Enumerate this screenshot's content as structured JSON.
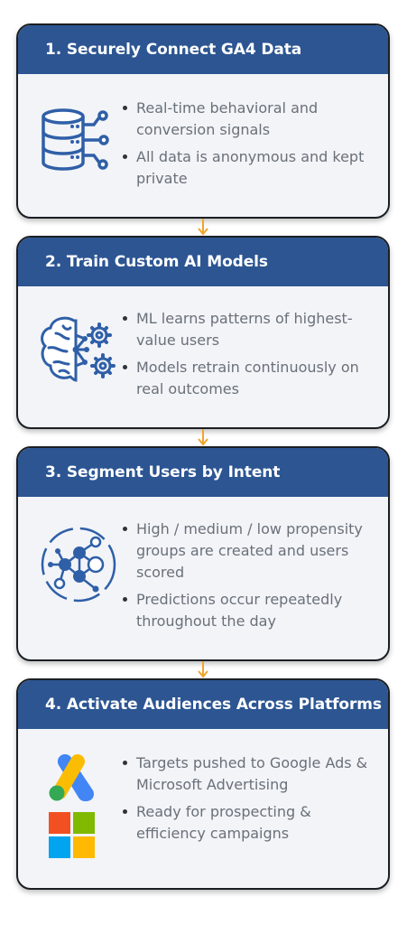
{
  "steps": [
    {
      "title": "1. Securely Connect GA4 Data",
      "icon": "database-icon",
      "bullets": [
        "Real-time behavioral and conversion signals",
        "All data is anonymous and kept private"
      ]
    },
    {
      "title": "2. Train Custom AI Models",
      "icon": "brain-gears-icon",
      "bullets": [
        "ML learns patterns of highest-value users",
        "Models retrain continuously on real outcomes"
      ]
    },
    {
      "title": "3. Segment Users by Intent",
      "icon": "network-nodes-icon",
      "bullets": [
        "High / medium / low propensity groups are created and users scored",
        "Predictions occur repeatedly throughout the day"
      ]
    },
    {
      "title": "4. Activate Audiences Across Platforms",
      "icon": "google-ads-microsoft-logos",
      "bullets": [
        "Targets pushed to Google Ads & Microsoft Advertising",
        "Ready for prospecting & efficiency campaigns"
      ]
    }
  ],
  "colors": {
    "header": "#2c5592",
    "card_bg": "#f2f4f8",
    "arrow": "#f0a52a",
    "icon_blue": "#2f5fa7"
  }
}
